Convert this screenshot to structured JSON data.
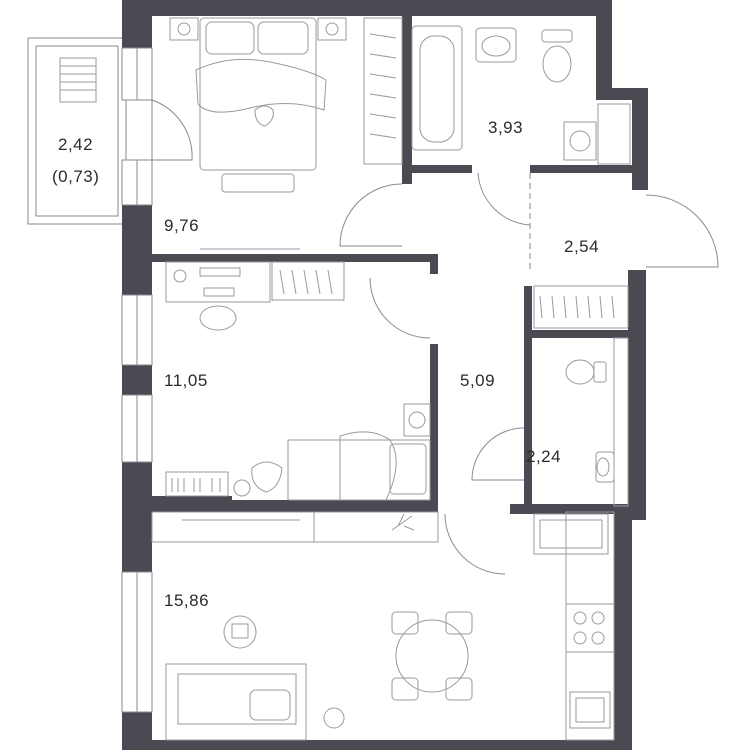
{
  "rooms": {
    "balcony": {
      "area": "2,42",
      "reduced_area": "(0,73)"
    },
    "bedroom": {
      "area": "9,76"
    },
    "bathroom": {
      "area": "3,93"
    },
    "hallway_upper": {
      "area": "2,54"
    },
    "kids_room": {
      "area": "11,05"
    },
    "corridor": {
      "area": "5,09"
    },
    "toilet": {
      "area": "2,24"
    },
    "living_kitchen": {
      "area": "15,86"
    }
  },
  "colors": {
    "walls": "#4a4a52",
    "lines": "#8a8a90",
    "background": "#ffffff"
  }
}
